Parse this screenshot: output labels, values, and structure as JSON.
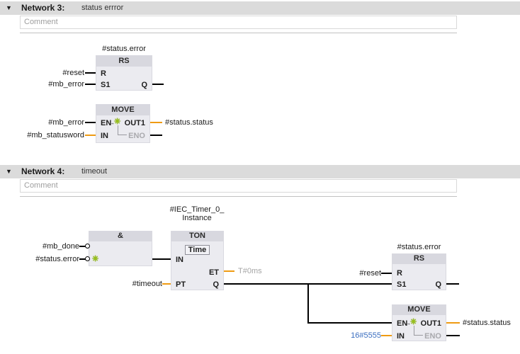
{
  "icons": {
    "collapse": "▼",
    "star": "✳",
    "move_arrow": "→"
  },
  "colors": {
    "wire_black": "#000000",
    "wire_orange": "#ef9b13",
    "value_blue": "#3a6ec0",
    "value_gray": "#a5a5a5",
    "block_body": "#ebebf0",
    "block_header": "#d8d8df",
    "network_bar": "#dbdbdb",
    "star_green": "#97c117"
  },
  "network3": {
    "title": "Network 3:",
    "subtitle": "status errror",
    "comment": "Comment",
    "rs": {
      "instance": "#status.error",
      "title": "RS",
      "pin_r": "R",
      "pin_s1": "S1",
      "pin_q": "Q",
      "op_r": "#reset",
      "op_s1": "#mb_error"
    },
    "move": {
      "title": "MOVE",
      "pin_en": "EN",
      "pin_in": "IN",
      "pin_out1": "OUT1",
      "pin_eno": "ENO",
      "op_en": "#mb_error",
      "op_in": "#mb_statusword",
      "op_out1": "#status.status"
    }
  },
  "network4": {
    "title": "Network 4:",
    "subtitle": "timeout",
    "comment": "Comment",
    "and": {
      "title": "&",
      "op_in1": "#mb_done",
      "op_in2": "#status.error"
    },
    "ton": {
      "instance_line1": "#IEC_Timer_0_",
      "instance_line2": "Instance",
      "title": "TON",
      "type": "Time",
      "pin_in": "IN",
      "pin_pt": "PT",
      "pin_et": "ET",
      "pin_q": "Q",
      "op_pt": "#timeout",
      "val_et": "T#0ms"
    },
    "rs": {
      "instance": "#status.error",
      "title": "RS",
      "pin_r": "R",
      "pin_s1": "S1",
      "pin_q": "Q",
      "op_r": "#reset"
    },
    "move": {
      "title": "MOVE",
      "pin_en": "EN",
      "pin_in": "IN",
      "pin_out1": "OUT1",
      "pin_eno": "ENO",
      "op_in": "16#5555",
      "op_out1": "#status.status"
    }
  }
}
